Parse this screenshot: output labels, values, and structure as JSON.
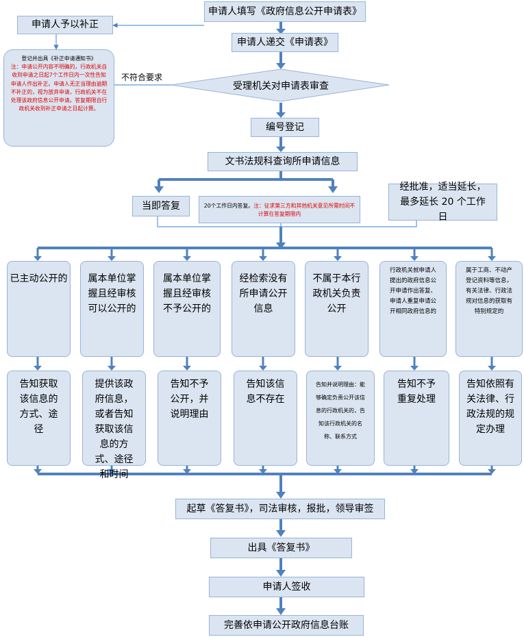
{
  "flow": {
    "step1": "申请人填写《政府信息公开申请表》",
    "step2": "申请人递交《申请表》",
    "decision": "受理机关对申请表审查",
    "step_register": "编号登记",
    "step_query": "文书法规科查询所申请信息",
    "supplement": "申请人予以补正",
    "noncompliant_label": "不符合要求",
    "note_title": "登记并出具《补正申请通知书》",
    "note_body": "注：申请公开内容不明确的，行政机关自收到申请之日起7个工作日内一次性告知申请人作出补正。申请人无正当理由逾期不补正的，视为放弃申请，行政机关不在处理该政府信息公开申请。答复期限自行政机关收到补正申请之日起计算。",
    "reply_immediate": "当即答复",
    "reply_20days_a": "20个工作日内答复。",
    "reply_20days_b": "注：征求第三方和其他机关意见所需时间不计算在答复期限内",
    "extension": "经批准，适当延长，最多延长 20 个工作日",
    "step_draft": "起草《答复书》，司法审核，报批，领导审签",
    "step_issue": "出具《答复书》",
    "step_sign": "申请人签收",
    "step_ledger": "完善依申请公开政府信息台账"
  },
  "columns": [
    {
      "condition": "已主动公开的",
      "action": "告知获取该信息的方式、途径"
    },
    {
      "condition": "属本单位掌握且经审核可以公开的",
      "action": "提供该政府信息，或者告知获取该信息的方式、途径和时间"
    },
    {
      "condition": "属本单位掌握且经审核不予公开的",
      "action": "告知不予公开，并说明理由"
    },
    {
      "condition": "经检索没有所申请公开信息",
      "action": "告知该信息不存在"
    },
    {
      "condition": "不属于本行政机关负责公开",
      "action": "告知并说明理由：能够确定负责公开该信息的行政机关的，告知该行政机关的名称、联系方式"
    },
    {
      "condition": "行政机关就申请人提出的政府信息公开申请作出答复、申请人重复申请公开相同政府信息的",
      "action": "告知不予重复处理"
    },
    {
      "condition": "属于工商、不动产登记资料等信息，有关法律、行政法规对信息的获取有特别规定的",
      "action": "告知依照有关法律、行政法规的规定办理"
    }
  ],
  "colors": {
    "box_fill": "#dbe5f1",
    "box_border": "#95b3d7",
    "arrow": "#4f81bd",
    "connector": "#5b9bd5",
    "note_red": "#e00000"
  }
}
